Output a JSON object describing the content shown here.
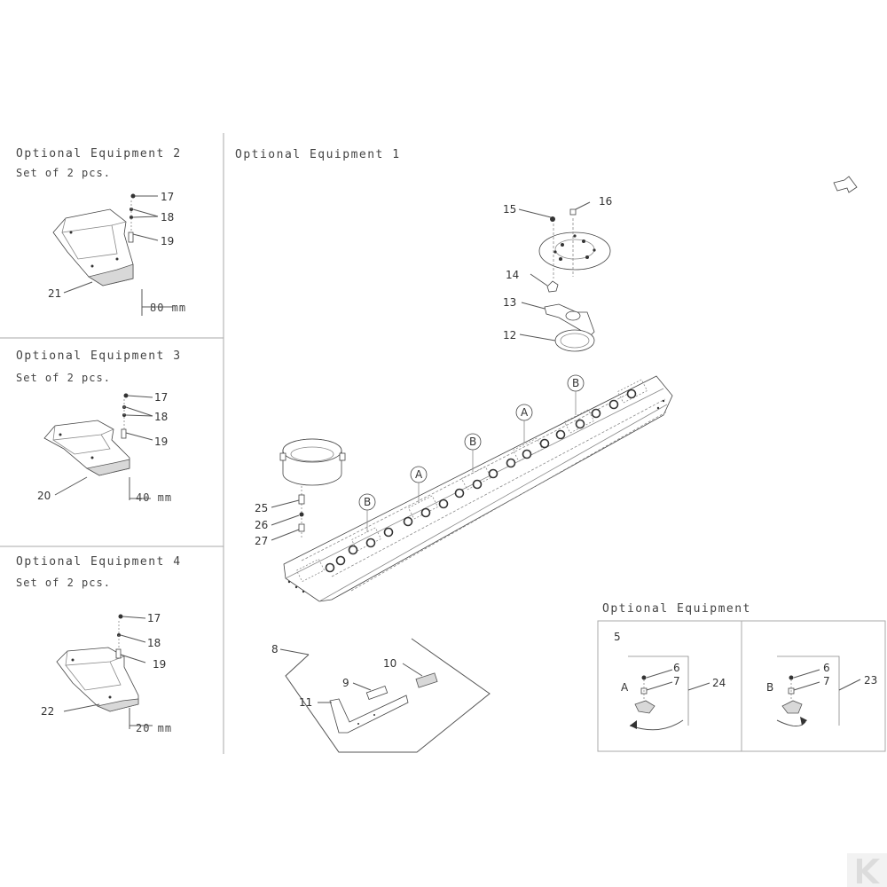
{
  "panels": {
    "opt2": {
      "title": "Optional Equipment  2",
      "subtitle": "Set of 2 pcs.",
      "dimension": "80 mm"
    },
    "opt3": {
      "title": "Optional Equipment  3",
      "subtitle": "Set of 2 pcs.",
      "dimension": "40 mm"
    },
    "opt4": {
      "title": "Optional Equipment  4",
      "subtitle": "Set of 2 pcs.",
      "dimension": "20 mm"
    },
    "opt1": {
      "title": "Optional Equipment  1"
    },
    "optx": {
      "title": "Optional Equipment",
      "number": "5"
    }
  },
  "callouts": {
    "c17": "17",
    "c18": "18",
    "c19": "19",
    "c20": "20",
    "c21": "21",
    "c22": "22",
    "c6": "6",
    "c7": "7",
    "c8": "8",
    "c9": "9",
    "c10": "10",
    "c11": "11",
    "c12": "12",
    "c13": "13",
    "c14": "14",
    "c15": "15",
    "c16": "16",
    "c23": "23",
    "c24": "24",
    "c25": "25",
    "c26": "26",
    "c27": "27"
  },
  "markers": {
    "a": "A",
    "b": "B"
  }
}
